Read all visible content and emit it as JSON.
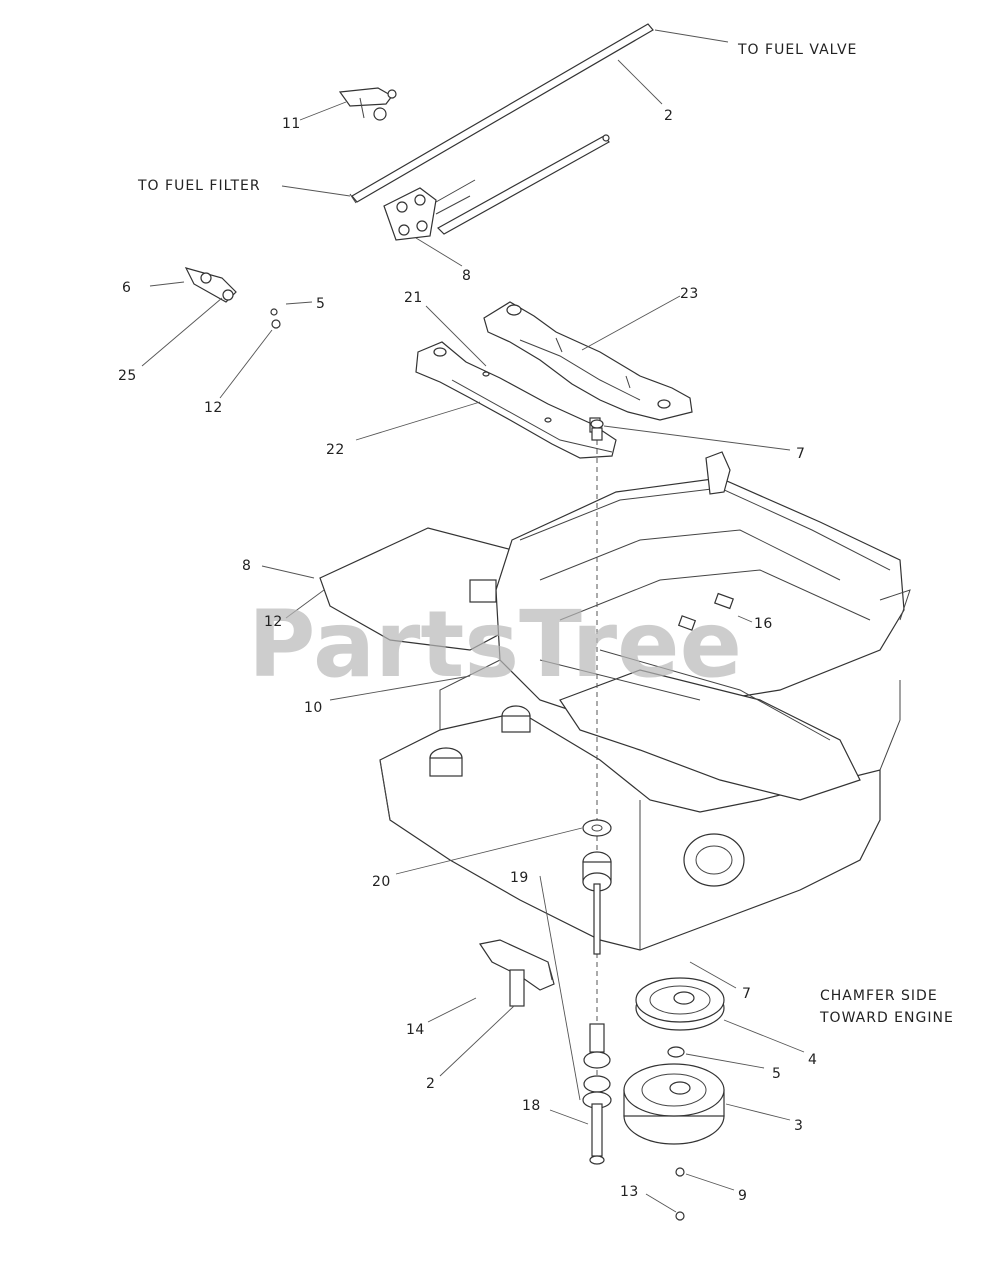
{
  "watermark": "PartsTree",
  "annotations": {
    "fuel_valve": "TO FUEL VALVE",
    "fuel_filter": "TO FUEL FILTER",
    "chamfer_line1": "CHAMFER SIDE",
    "chamfer_line2": "TOWARD ENGINE"
  },
  "callouts": {
    "c2_top": "2",
    "c11": "11",
    "c8_top": "8",
    "c6": "6",
    "c5_top": "5",
    "c25": "25",
    "c12_top": "12",
    "c21": "21",
    "c23": "23",
    "c22": "22",
    "c7_top": "7",
    "c8_mid": "8",
    "c12_mid": "12",
    "c16": "16",
    "c10": "10",
    "c20": "20",
    "c19": "19",
    "c7_low": "7",
    "c4": "4",
    "c5_low": "5",
    "c3": "3",
    "c14": "14",
    "c2_low": "2",
    "c18": "18",
    "c13": "13",
    "c9": "9"
  }
}
